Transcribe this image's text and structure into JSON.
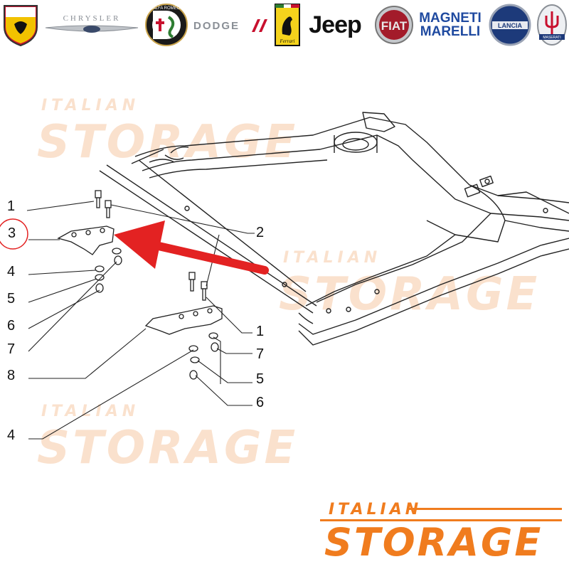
{
  "brands": [
    {
      "name": "ABARTH",
      "color": "#c8102e"
    },
    {
      "name": "CHRYSLER",
      "color": "#8a8f96"
    },
    {
      "name": "ALFA ROMEO",
      "color": "#1a1a1a"
    },
    {
      "name": "DODGE",
      "color": "#8a8f96"
    },
    {
      "name": "Ferrari",
      "color": "#f5d31c"
    },
    {
      "name": "Jeep",
      "color": "#111111"
    },
    {
      "name": "FIAT",
      "color": "#a31b2a"
    },
    {
      "name": "MAGNETI MARELLI",
      "color": "#1f4aa0"
    },
    {
      "name": "LANCIA",
      "color": "#1d3a7a"
    },
    {
      "name": "MASERATI",
      "color": "#8a8f96"
    }
  ],
  "watermark": {
    "small": "ITALIAN",
    "big": "STORAGE"
  },
  "callouts": {
    "left_1": "1",
    "left_3": "3",
    "left_4": "4",
    "left_5": "5",
    "left_6": "6",
    "left_7": "7",
    "left_8": "8",
    "bottom_4": "4",
    "right_2": "2",
    "right_1": "1",
    "right_7": "7",
    "right_5": "5",
    "right_6": "6"
  },
  "footer": {
    "small": "ITALIAN",
    "big": "STORAGE"
  },
  "colors": {
    "accent": "#f07c1e",
    "arrow": "#e32222",
    "line": "#222222",
    "watermark": "#f6c9a6"
  }
}
